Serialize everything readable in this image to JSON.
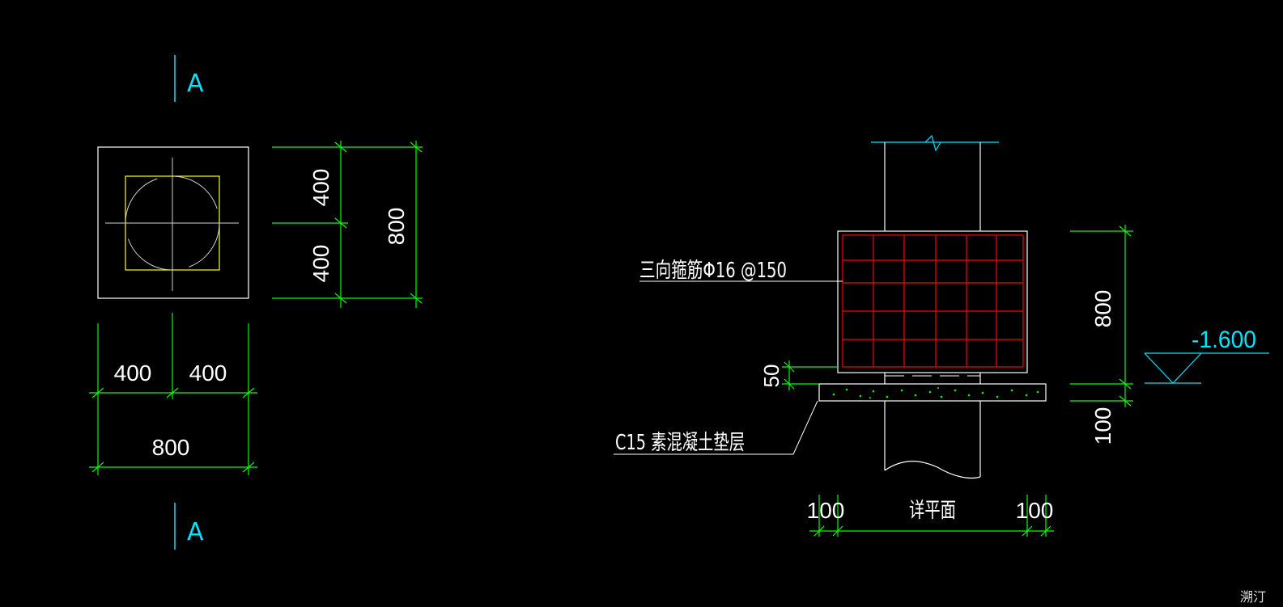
{
  "section_marks": {
    "top": "A",
    "bottom": "A"
  },
  "plan_dims": {
    "vertical_upper": "400",
    "vertical_lower": "400",
    "vertical_total": "800",
    "horizontal_left": "400",
    "horizontal_right": "400",
    "horizontal_total": "800"
  },
  "section": {
    "rebar_label": "三向箍筋Φ16 @150",
    "cushion_label": "C15 素混凝土垫层",
    "dim_height": "800",
    "dim_cushion_thickness": "100",
    "dim_cover": "50",
    "dim_left": "100",
    "dim_right": "100",
    "dim_center_text": "详平面",
    "elevation": "-1.600"
  },
  "corner_text": "溯汀",
  "colors": {
    "background": "#000000",
    "outline": "#ffffff",
    "dimension": "#00ff00",
    "section_mark": "#00e5ff",
    "column": "#ffff00",
    "rebar": "#ff0000",
    "cushion_dots": "#00ff00"
  }
}
